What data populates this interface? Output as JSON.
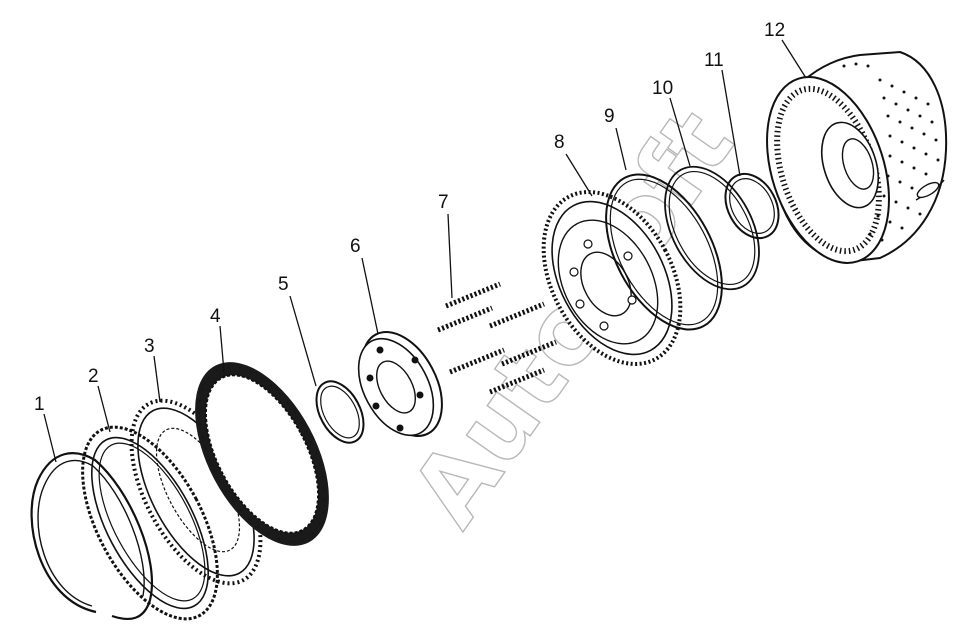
{
  "diagram": {
    "watermark_text": "AutoSoft",
    "callouts": [
      {
        "id": "1",
        "label": "1",
        "part": "snap-ring"
      },
      {
        "id": "2",
        "label": "2",
        "part": "pressure-plate"
      },
      {
        "id": "3",
        "label": "3",
        "part": "steel-clutch-plate"
      },
      {
        "id": "4",
        "label": "4",
        "part": "friction-clutch-disc"
      },
      {
        "id": "5",
        "label": "5",
        "part": "o-ring"
      },
      {
        "id": "6",
        "label": "6",
        "part": "spring-retainer"
      },
      {
        "id": "7",
        "label": "7",
        "part": "return-springs"
      },
      {
        "id": "8",
        "label": "8",
        "part": "clutch-piston"
      },
      {
        "id": "9",
        "label": "9",
        "part": "outer-seal-ring"
      },
      {
        "id": "10",
        "label": "10",
        "part": "seal-ring"
      },
      {
        "id": "11",
        "label": "11",
        "part": "inner-seal-ring"
      },
      {
        "id": "12",
        "label": "12",
        "part": "clutch-drum"
      }
    ]
  }
}
